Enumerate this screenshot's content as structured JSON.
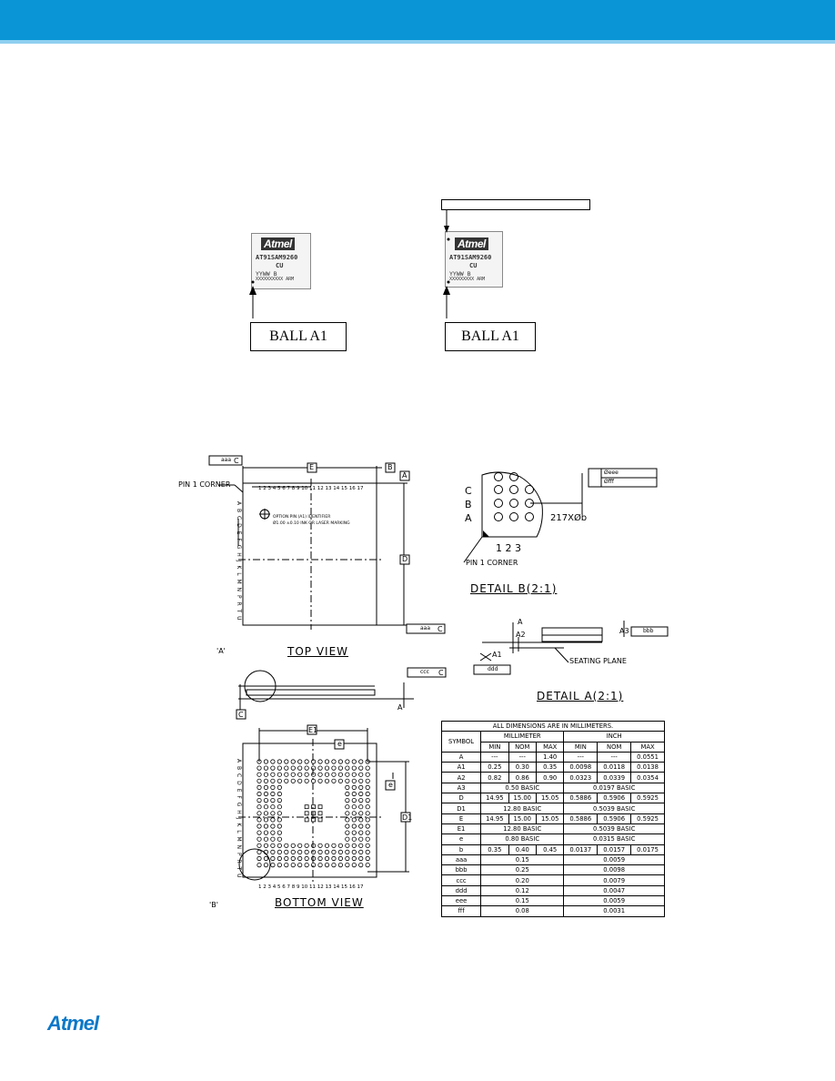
{
  "chips": [
    {
      "logo": "Atmel",
      "part": "AT91SAM9260",
      "grade": "CU",
      "line3": "YYWW    B",
      "line4": "XXXXXXXXXX      ARM",
      "ball_label": "BALL A1"
    },
    {
      "logo": "Atmel",
      "part": "AT91SAM9260",
      "grade": "CU",
      "line3": "YYWW    B",
      "line4": "XXXXXXXXX      ARM",
      "ball_label": "BALL A1"
    }
  ],
  "drawing": {
    "top_view": "TOP  VIEW",
    "bottom_view": "BOTTOM  VIEW",
    "detail_a": "DETAIL  A(2:1)",
    "detail_b": "DETAIL  B(2:1)",
    "pin1_corner": "PIN  1  CORNER",
    "pin1_corner_b": "PIN  1  CORNER",
    "seating_plane": "SEATING  PLANE",
    "ball_count": "217XØb",
    "option_note_1": "OPTION PIN (A1) IDENTIFIER",
    "option_note_2": "Ø1.00 ±0.10 INK OR LASER MARKING",
    "ref_e": "E",
    "ref_d": "D",
    "ref_e1": "E1",
    "ref_d1": "D1",
    "ref_e_small": "e",
    "ref_a": "A",
    "ref_a1": "A1",
    "ref_a2": "A2",
    "ref_a3": "A3",
    "ref_b": "B",
    "ref_c": "C",
    "callout_a": "'A'",
    "callout_b": "'B'",
    "tol_aaa": "aaa",
    "tol_bbb": "bbb",
    "tol_ccc": "ccc",
    "tol_ddd": "ddd",
    "tol_eee": "Øeee",
    "tol_fff": "Øfff",
    "col_numbers": "1 2 3 4 5 6 7 8 9 10 11 12 13 14 15 16 17",
    "row_letters": "A B C D E F G H J K L M N P R T U",
    "detail_b_rows": [
      "C",
      "B",
      "A"
    ],
    "detail_b_cols": "1  2  3"
  },
  "table": {
    "caption": "ALL  DIMENSIONS  ARE  IN  MILLIMETERS.",
    "col_symbol": "SYMBOL",
    "col_mm": "MILLIMETER",
    "col_inch": "INCH",
    "sub": [
      "MIN",
      "NOM",
      "MAX",
      "MIN",
      "NOM",
      "MAX"
    ],
    "rows": [
      {
        "s": "A",
        "v": [
          "---",
          "---",
          "1.40",
          "---",
          "---",
          "0.0551"
        ]
      },
      {
        "s": "A1",
        "v": [
          "0.25",
          "0.30",
          "0.35",
          "0.0098",
          "0.0118",
          "0.0138"
        ]
      },
      {
        "s": "A2",
        "v": [
          "0.82",
          "0.86",
          "0.90",
          "0.0323",
          "0.0339",
          "0.0354"
        ]
      },
      {
        "s": "A3",
        "mm": "0.50  BASIC",
        "inch": "0.0197  BASIC"
      },
      {
        "s": "D",
        "v": [
          "14.95",
          "15.00",
          "15.05",
          "0.5886",
          "0.5906",
          "0.5925"
        ]
      },
      {
        "s": "D1",
        "mm": "12.80  BASIC",
        "inch": "0.5039  BASIC"
      },
      {
        "s": "E",
        "v": [
          "14.95",
          "15.00",
          "15.05",
          "0.5886",
          "0.5906",
          "0.5925"
        ]
      },
      {
        "s": "E1",
        "mm": "12.80  BASIC",
        "inch": "0.5039  BASIC"
      },
      {
        "s": "e",
        "mm": "0.80  BASIC",
        "inch": "0.0315  BASIC"
      },
      {
        "s": "b",
        "v": [
          "0.35",
          "0.40",
          "0.45",
          "0.0137",
          "0.0157",
          "0.0175"
        ]
      },
      {
        "s": "aaa",
        "mm": "0.15",
        "inch": "0.0059"
      },
      {
        "s": "bbb",
        "mm": "0.25",
        "inch": "0.0098"
      },
      {
        "s": "ccc",
        "mm": "0.20",
        "inch": "0.0079"
      },
      {
        "s": "ddd",
        "mm": "0.12",
        "inch": "0.0047"
      },
      {
        "s": "eee",
        "mm": "0.15",
        "inch": "0.0059"
      },
      {
        "s": "fff",
        "mm": "0.08",
        "inch": "0.0031"
      }
    ]
  },
  "footer": {
    "logo": "Atmel"
  }
}
